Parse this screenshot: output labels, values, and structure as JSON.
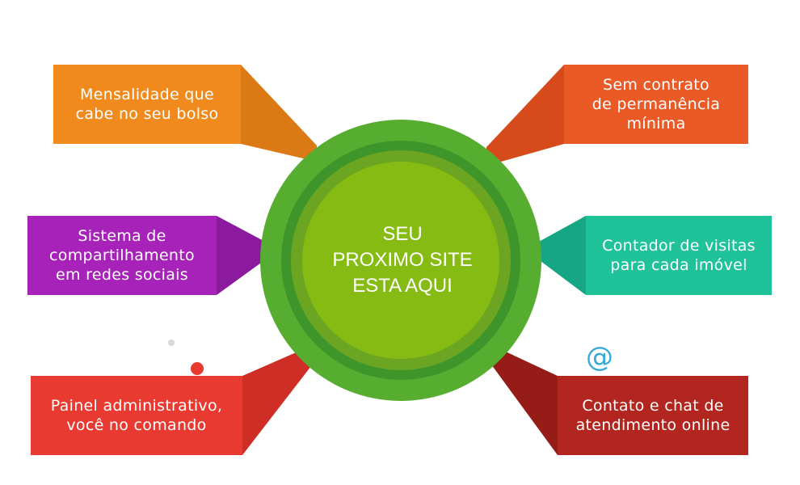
{
  "center": {
    "label": "SEU\nPROXIMO SITE\nESTA AQUI"
  },
  "features": [
    {
      "id": "monthly",
      "label": "Mensalidade que\ncabe no seu bolso",
      "color": "#f18a1c",
      "icon": "dollar-icon"
    },
    {
      "id": "contract",
      "label": "Sem contrato\nde permanência\nmínima",
      "color": "#e95a27",
      "icon": "refresh-icon"
    },
    {
      "id": "social",
      "label": "Sistema de\ncompartilhamento\nem redes sociais",
      "color": "#a622b9",
      "icon": "users-icon"
    },
    {
      "id": "visits",
      "label": "Contador de visitas\npara cada imóvel",
      "color": "#20c29a",
      "icon": "growth-chart-icon"
    },
    {
      "id": "admin",
      "label": "Painel administrativo,\nvocê no comando",
      "color": "#e83a31",
      "icon": "gears-icon"
    },
    {
      "id": "chat",
      "label": "Contato e chat de\natendimento online",
      "color": "#b3251f",
      "icon": "at-chat-icon"
    }
  ],
  "colors": {
    "circle_outer": "#5ab332",
    "circle_ring": "#3f9a2b",
    "circle_inner": "#85bb12"
  }
}
